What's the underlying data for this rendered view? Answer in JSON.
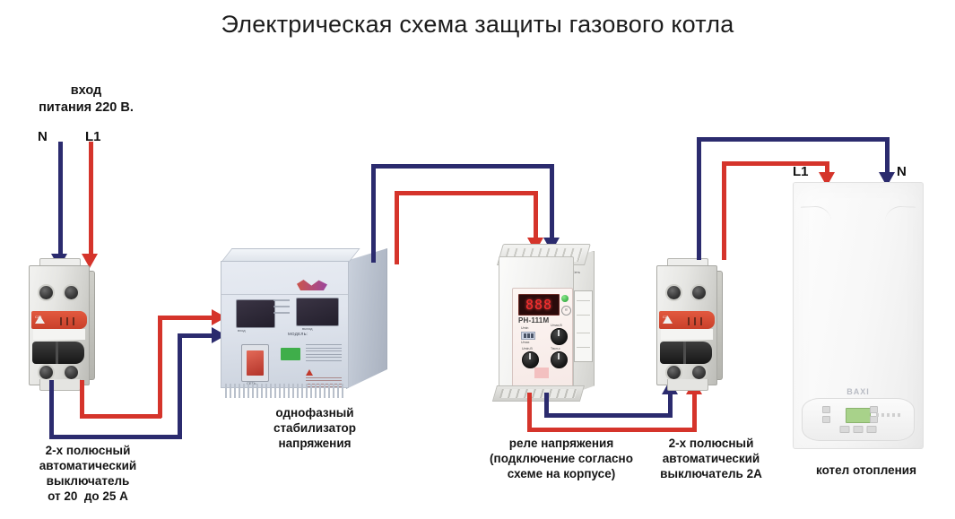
{
  "title": "Электрическая схема защиты газового котла",
  "input": {
    "line1": "вход",
    "line2": "питания 220 В.",
    "neutral_label": "N",
    "line_label": "L1"
  },
  "boiler_terminals": {
    "line_label": "L1",
    "neutral_label": "N"
  },
  "captions": {
    "breaker_left": {
      "line1": "2-х полюсный",
      "line2": "автоматический",
      "line3": "выключатель",
      "line4": "от 20  до 25 А"
    },
    "stabilizer": {
      "line1": "однофазный",
      "line2": "стабилизатор",
      "line3": "напряжения"
    },
    "relay": {
      "line1": "реле напряжения",
      "line2": "(подключение согласно",
      "line3": "схеме на корпусе)"
    },
    "breaker_right": {
      "line1": "2-х полюсный",
      "line2": "автоматический",
      "line3": "выключатель 2А"
    },
    "boiler": {
      "line1": "котел отопления"
    }
  },
  "devices": {
    "relay": {
      "model": "РН-111М",
      "display_value": "888"
    },
    "boiler": {
      "brand": "BAXI"
    }
  },
  "colors": {
    "neutral_wire": "#2b2b6e",
    "line_wire": "#d5342b",
    "background": "#ffffff",
    "title_text": "#1c1c1c"
  }
}
